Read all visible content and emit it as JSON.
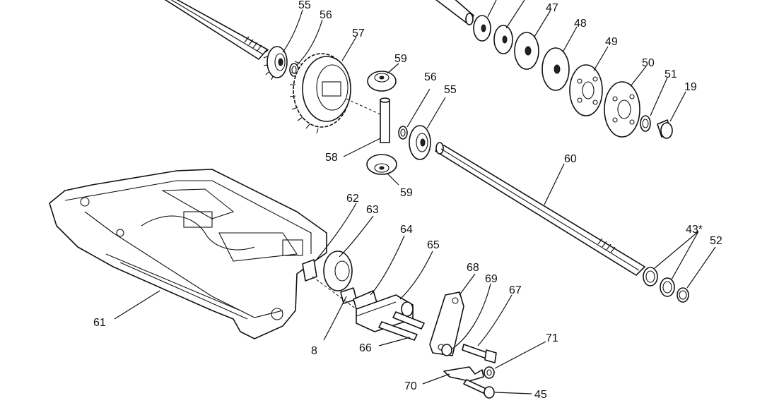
{
  "callouts": [
    {
      "id": "c55a",
      "text": "55"
    },
    {
      "id": "c56a",
      "text": "56"
    },
    {
      "id": "c57",
      "text": "57"
    },
    {
      "id": "c47",
      "text": "47"
    },
    {
      "id": "c48",
      "text": "48"
    },
    {
      "id": "c49",
      "text": "49"
    },
    {
      "id": "c50",
      "text": "50"
    },
    {
      "id": "c51",
      "text": "51"
    },
    {
      "id": "c19",
      "text": "19"
    },
    {
      "id": "c59a",
      "text": "59"
    },
    {
      "id": "c56b",
      "text": "56"
    },
    {
      "id": "c55b",
      "text": "55"
    },
    {
      "id": "c58",
      "text": "58"
    },
    {
      "id": "c59b",
      "text": "59"
    },
    {
      "id": "c60",
      "text": "60"
    },
    {
      "id": "c62",
      "text": "62"
    },
    {
      "id": "c63",
      "text": "63"
    },
    {
      "id": "c64",
      "text": "64"
    },
    {
      "id": "c65",
      "text": "65"
    },
    {
      "id": "c68",
      "text": "68"
    },
    {
      "id": "c69",
      "text": "69"
    },
    {
      "id": "c67",
      "text": "67"
    },
    {
      "id": "c43",
      "text": "43*"
    },
    {
      "id": "c52",
      "text": "52"
    },
    {
      "id": "c61",
      "text": "61"
    },
    {
      "id": "c8",
      "text": "8"
    },
    {
      "id": "c66",
      "text": "66"
    },
    {
      "id": "c71",
      "text": "71"
    },
    {
      "id": "c70",
      "text": "70"
    },
    {
      "id": "c45",
      "text": "45"
    }
  ]
}
